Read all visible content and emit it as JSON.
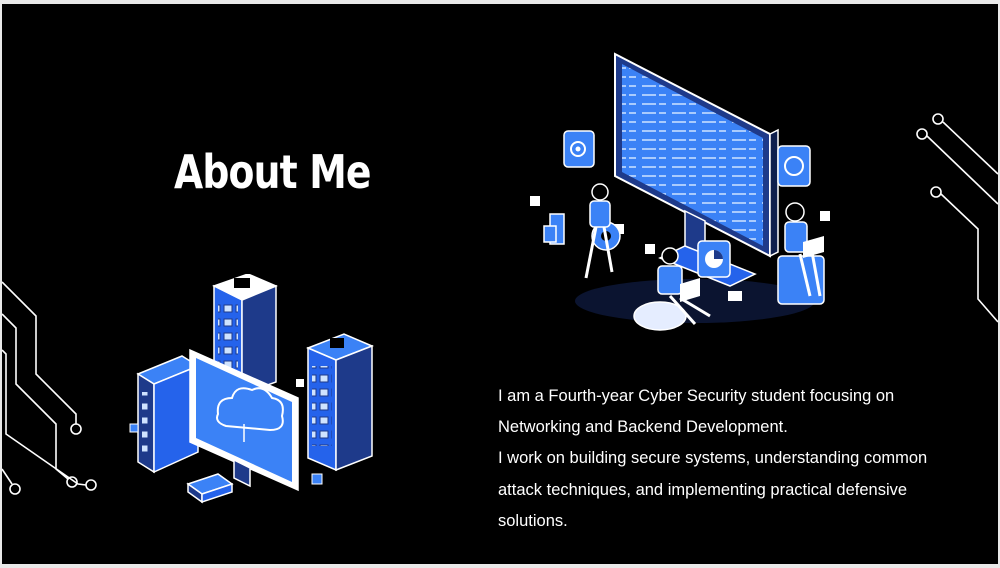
{
  "slide": {
    "background": "#000000",
    "accent": "#3b82f6",
    "title": "About Me",
    "paragraphs": [
      "I am a Fourth-year Cyber Security student focusing on Networking and Backend Development.",
      "I work on building secure systems, understanding common attack techniques, and implementing practical defensive solutions."
    ]
  },
  "illustrations": {
    "top_right": "team-monitor-illustration",
    "bottom_left": "server-cloud-illustration"
  },
  "decorations": [
    "circuit-lines-left",
    "circuit-lines-right"
  ]
}
